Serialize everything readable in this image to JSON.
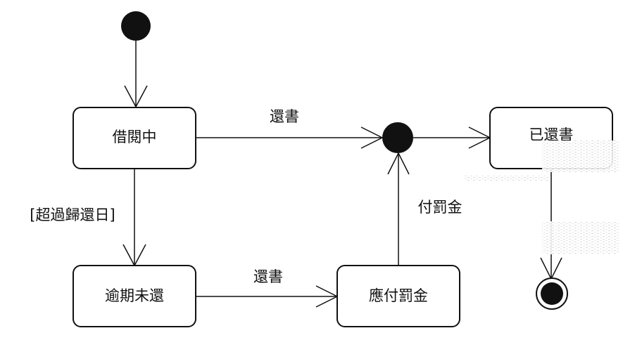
{
  "states": {
    "borrowing": "借閱中",
    "overdue": "逾期未還",
    "fine_due": "應付罰金",
    "returned": "已還書"
  },
  "transitions": {
    "borrowing_to_junction": "還書",
    "borrowing_to_overdue": "[超過歸還日]",
    "overdue_to_fine": "還書",
    "fine_to_junction": "付罰金"
  },
  "colors": {
    "stroke": "#111111",
    "background": "#ffffff"
  }
}
